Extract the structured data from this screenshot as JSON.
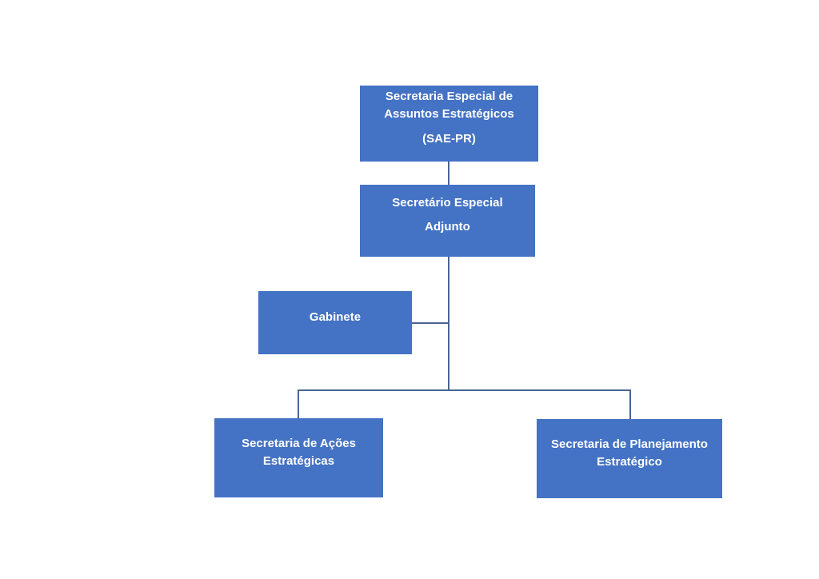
{
  "diagram": {
    "kind": "org-chart",
    "boxes": {
      "sae": {
        "label": "Secretaria Especial de Assuntos Estratégicos (SAE-PR)",
        "line1": "Secretaria Especial de",
        "line2": "Assuntos Estratégicos",
        "line3": "(SAE-PR)"
      },
      "adjunto": {
        "label": "Secretário Especial Adjunto",
        "line1": "Secretário Especial",
        "line2": "Adjunto"
      },
      "gabinete": {
        "label": "Gabinete",
        "line1": "Gabinete"
      },
      "acoes": {
        "label": "Secretaria de Ações Estratégicas",
        "line1": "Secretaria de Ações",
        "line2": "Estratégicas"
      },
      "planejamento": {
        "label": "Secretaria de Planejamento Estratégico",
        "line1": "Secretaria de Planejamento",
        "line2": "Estratégico"
      }
    },
    "hierarchy": [
      {
        "parent": "sae",
        "child": "adjunto"
      },
      {
        "parent": "adjunto",
        "child": "gabinete"
      },
      {
        "parent": "adjunto",
        "child": "acoes"
      },
      {
        "parent": "adjunto",
        "child": "planejamento"
      }
    ]
  },
  "colors": {
    "box_fill": "#4472C4",
    "box_text": "#FFFFFF",
    "connector": "#4A6496",
    "background": "#FFFFFF"
  }
}
